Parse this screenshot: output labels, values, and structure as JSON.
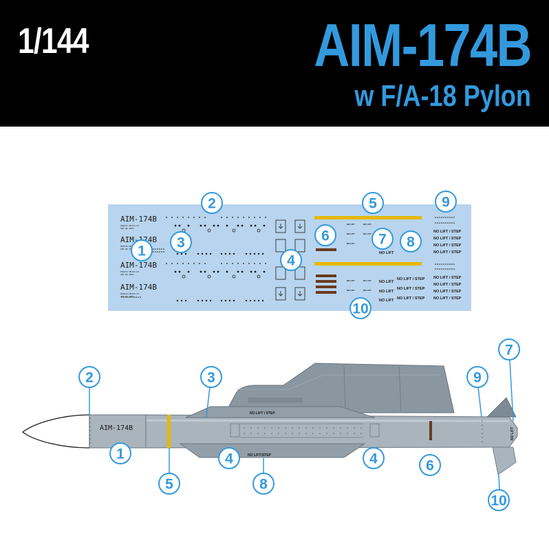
{
  "header": {
    "scale": "1/144",
    "title": "AIM-174B",
    "subtitle": "w F/A-18 Pylon"
  },
  "colors": {
    "header_bg": "#000000",
    "accent": "#3399dd",
    "decal_sheet": "#b8d4ee",
    "missile_body": "#a9b4bd",
    "stripe_yellow": "#e6b800",
    "stripe_brown": "#6b3a1f"
  },
  "decal_sheet": {
    "missile_name": "AIM-174B",
    "small_text_line1": "PRAXIS MK1XX-01",
    "small_text_line2": "SER NO 0001",
    "no_lift_step": "NO LIFT / STEP",
    "no_lift": "NO LIFT",
    "callouts": [
      "2",
      "1",
      "3",
      "4",
      "5",
      "6",
      "7",
      "8",
      "9",
      "10"
    ]
  },
  "side_view": {
    "missile_name": "AIM-174B",
    "pylon_text_top": "NO LIFT / STEP",
    "pylon_text_bottom": "NO LIFT/STEP",
    "fin_text": "NO LIFT",
    "callouts": [
      "2",
      "3",
      "9",
      "7",
      "1",
      "5",
      "4",
      "8",
      "4",
      "6",
      "10"
    ]
  }
}
